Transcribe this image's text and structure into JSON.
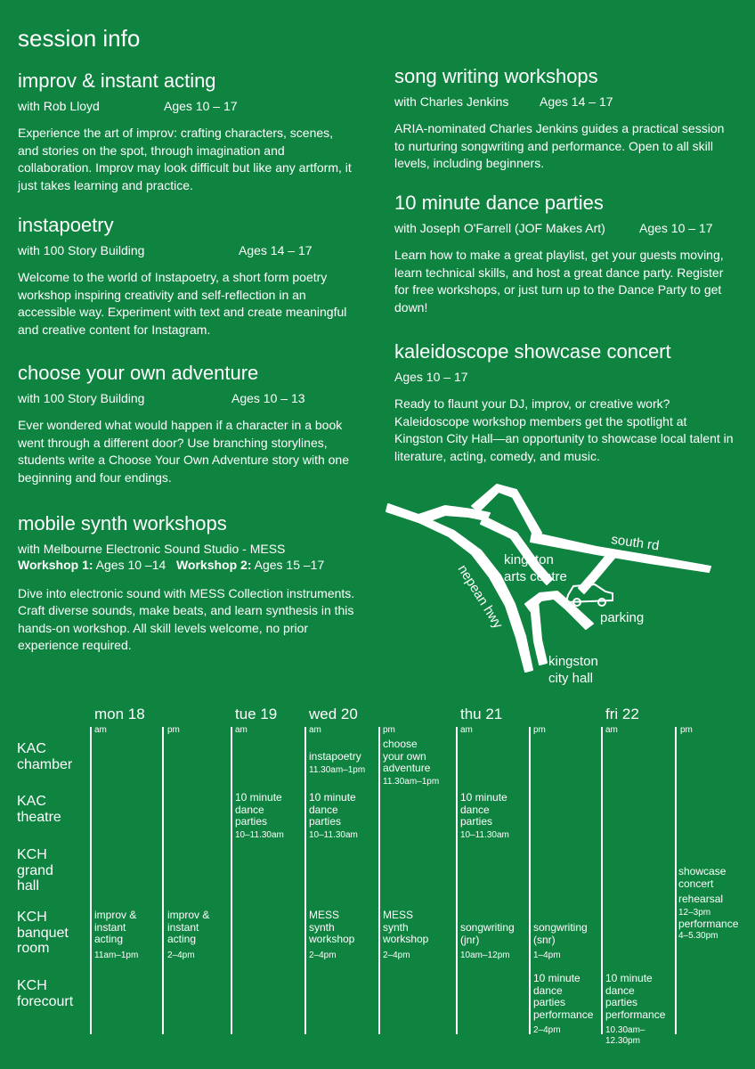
{
  "page_title": "session info",
  "left_sessions": [
    {
      "title": "improv & instant acting",
      "host": "with Rob Lloyd",
      "ages": "Ages 10 – 17",
      "description": "Experience the art of improv: crafting characters, scenes, and stories on the spot, through imagination and collaboration. Improv may look difficult but like any artform, it just takes learning and practice."
    },
    {
      "title": "instapoetry",
      "host": "with 100 Story Building",
      "ages": "Ages 14 – 17",
      "description": "Welcome to the world of Instapoetry, a short form poetry workshop inspiring creativity and self-reflection in an accessible way. Experiment with text and create meaningful and creative content for Instagram."
    },
    {
      "title": "choose your own adventure",
      "host": "with 100 Story Building",
      "ages": "Ages 10 – 13",
      "description": "Ever wondered what would happen if a character in a book went through a different door? Use branching storylines, students write a Choose Your Own Adventure story with one beginning and four endings."
    }
  ],
  "synth": {
    "title": "mobile synth workshops",
    "host": "with Melbourne Electronic Sound Studio - MESS",
    "w1_label": "Workshop 1:",
    "w1_ages": "Ages 10 –14",
    "w2_label": "Workshop 2:",
    "w2_ages": "Ages 15 –17",
    "description": "Dive into electronic sound with MESS Collection instruments. Craft diverse sounds, make beats, and learn synthesis in this hands-on workshop. All skill levels welcome, no prior experience required."
  },
  "right_sessions": [
    {
      "title": "song writing workshops",
      "host": "with Charles Jenkins",
      "ages": "Ages 14 – 17",
      "description": "ARIA-nominated Charles Jenkins guides a practical session to nurturing songwriting and performance. Open to all skill levels, including beginners."
    },
    {
      "title": "10 minute dance parties",
      "host": "with Joseph O'Farrell (JOF Makes Art)",
      "ages": "Ages 10 – 17",
      "description": "Learn how to make a great playlist, get your guests moving, learn technical skills, and host a great dance party. Register for free workshops, or just turn up to the Dance Party to get down!"
    },
    {
      "title": "kaleidoscope showcase concert",
      "host": "",
      "ages": "Ages 10 – 17",
      "description": "Ready to flaunt your DJ, improv, or creative work? Kaleidoscope workshop members get the spotlight at Kingston City Hall—an opportunity to showcase local talent in literature, acting, comedy, and music."
    }
  ],
  "map": {
    "south_rd": "south rd",
    "nepean_hwy": "nepean hwy",
    "arts_centre_1": "kingston",
    "arts_centre_2": "arts centre",
    "parking": "parking",
    "city_hall_1": "kingston",
    "city_hall_2": "city hall"
  },
  "schedule": {
    "days": [
      "mon 18",
      "tue 19",
      "wed 20",
      "thu 21",
      "fri 22"
    ],
    "am": "am",
    "pm": "pm",
    "rooms": [
      [
        "KAC",
        "chamber"
      ],
      [
        "KAC",
        "theatre"
      ],
      [
        "KCH",
        "grand",
        "hall"
      ],
      [
        "KCH",
        "banquet",
        "room"
      ],
      [
        "KCH",
        "forecourt"
      ]
    ],
    "events": {
      "wed_am_chamber": [
        "instapoetry"
      ],
      "wed_am_chamber_t": "11.30am–1pm",
      "wed_pm_chamber": [
        "choose",
        "your own",
        "adventure"
      ],
      "wed_pm_chamber_t": "11.30am–1pm",
      "tue_am_theatre": [
        "10 minute",
        "dance",
        "parties"
      ],
      "tue_am_theatre_t": "10–11.30am",
      "wed_am_theatre": [
        "10 minute",
        "dance",
        "parties"
      ],
      "wed_am_theatre_t": "10–11.30am",
      "thu_am_theatre": [
        "10 minute",
        "dance",
        "parties"
      ],
      "thu_am_theatre_t": "10–11.30am",
      "fri_pm_grand": [
        "showcase",
        "concert"
      ],
      "fri_pm_grand_rehearsal": "rehearsal",
      "fri_pm_grand_rehearsal_t": "12–3pm",
      "fri_pm_grand_perf": "performance",
      "fri_pm_grand_perf_t": "4–5.30pm",
      "mon_am_banquet": [
        "improv &",
        "instant",
        "acting"
      ],
      "mon_am_banquet_t": "11am–1pm",
      "mon_pm_banquet": [
        "improv &",
        "instant",
        "acting"
      ],
      "mon_pm_banquet_t": "2–4pm",
      "wed_am_banquet": [
        "MESS",
        "synth",
        "workshop"
      ],
      "wed_am_banquet_t": "2–4pm",
      "wed_pm_banquet": [
        "MESS",
        "synth",
        "workshop"
      ],
      "wed_pm_banquet_t": "2–4pm",
      "thu_am_banquet": [
        "songwriting",
        "(jnr)"
      ],
      "thu_am_banquet_t": "10am–12pm",
      "thu_pm_banquet": [
        "songwriting",
        "(snr)"
      ],
      "thu_pm_banquet_t": "1–4pm",
      "thu_pm_forecourt": [
        "10 minute",
        "dance",
        "parties",
        "performance"
      ],
      "thu_pm_forecourt_t": "2–4pm",
      "fri_am_forecourt": [
        "10 minute",
        "dance",
        "parties",
        "performance"
      ],
      "fri_am_forecourt_t": [
        "10.30am–",
        "12.30pm"
      ]
    }
  }
}
